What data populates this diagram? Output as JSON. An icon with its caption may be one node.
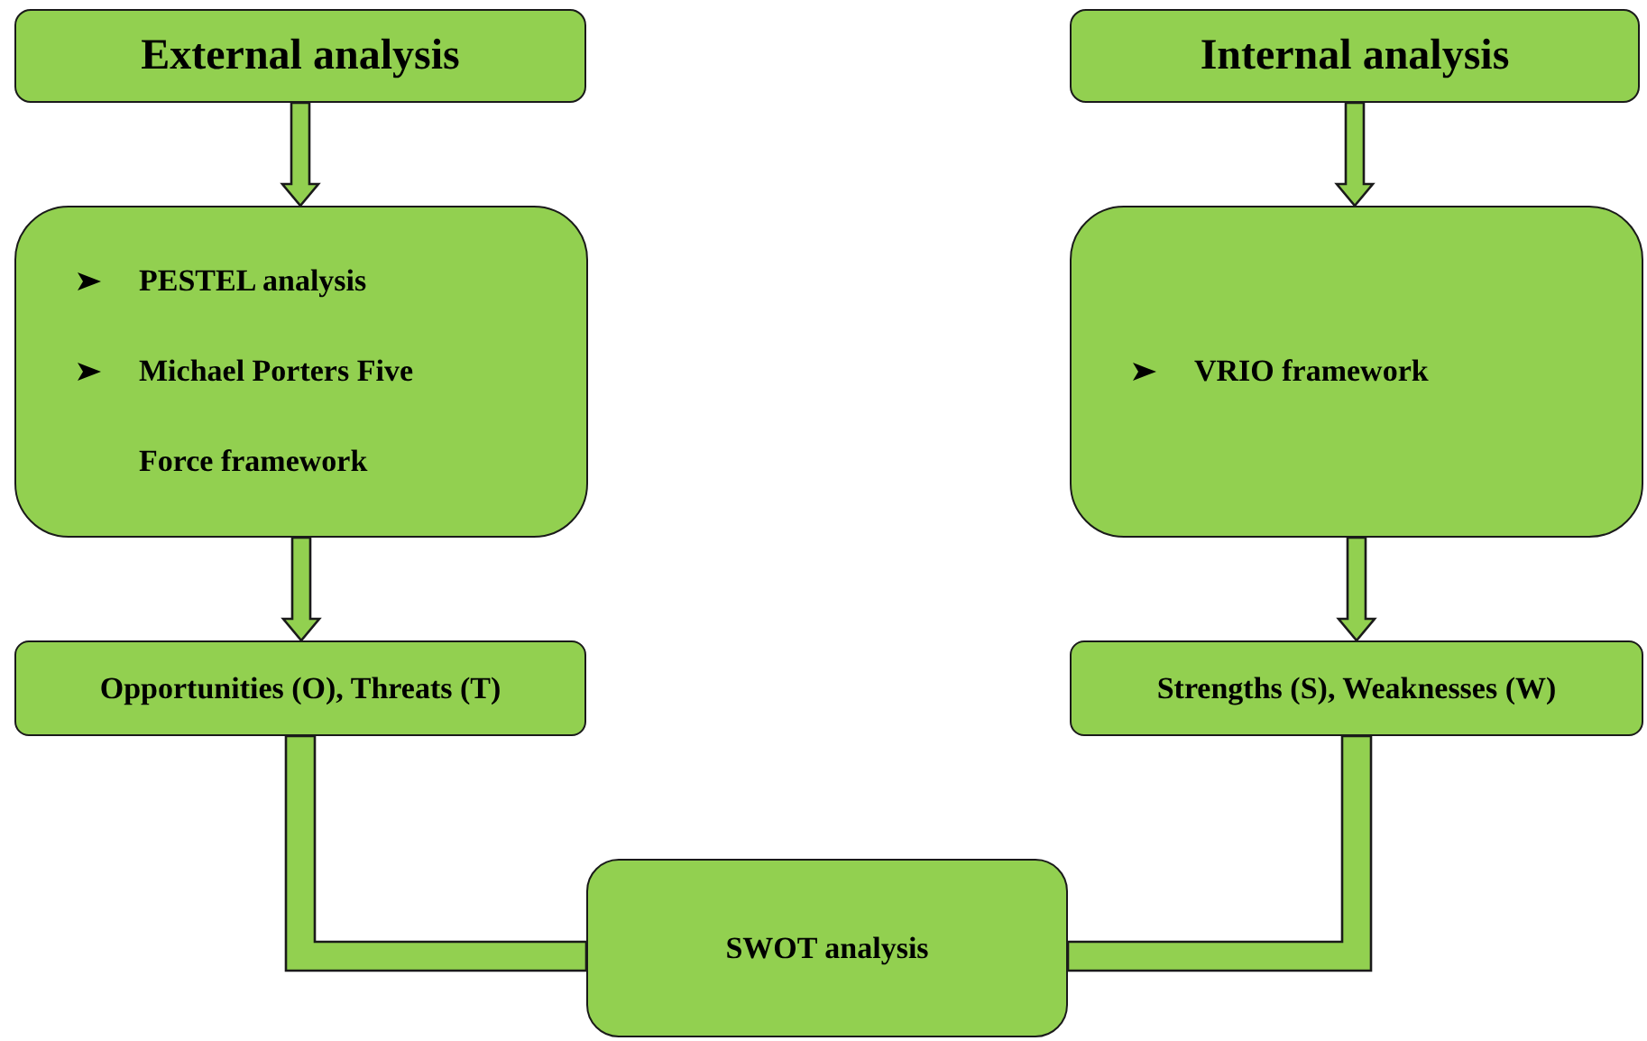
{
  "diagram": {
    "nodes": [
      {
        "text": [
          "External analysis"
        ]
      },
      {
        "text": [
          "PESTEL analysis",
          "Michael Porters Five Force framework"
        ]
      },
      {
        "text": [
          "Opportunities (O), Threats (T)"
        ]
      },
      {
        "text": [
          "Internal analysis"
        ]
      },
      {
        "text": [
          "VRIO framework"
        ]
      },
      {
        "text": [
          "Strengths (S), Weaknesses (W)"
        ]
      },
      {
        "text": [
          "SWOT analysis"
        ]
      }
    ],
    "edges": [
      {
        "from": 0,
        "to": 1,
        "arrow": "to"
      },
      {
        "from": 1,
        "to": 2,
        "arrow": "to"
      },
      {
        "from": 3,
        "to": 4,
        "arrow": "to"
      },
      {
        "from": 4,
        "to": 5,
        "arrow": "to"
      },
      {
        "from": 2,
        "to": 6,
        "arrow": "none"
      },
      {
        "from": 5,
        "to": 6,
        "arrow": "none"
      }
    ]
  }
}
